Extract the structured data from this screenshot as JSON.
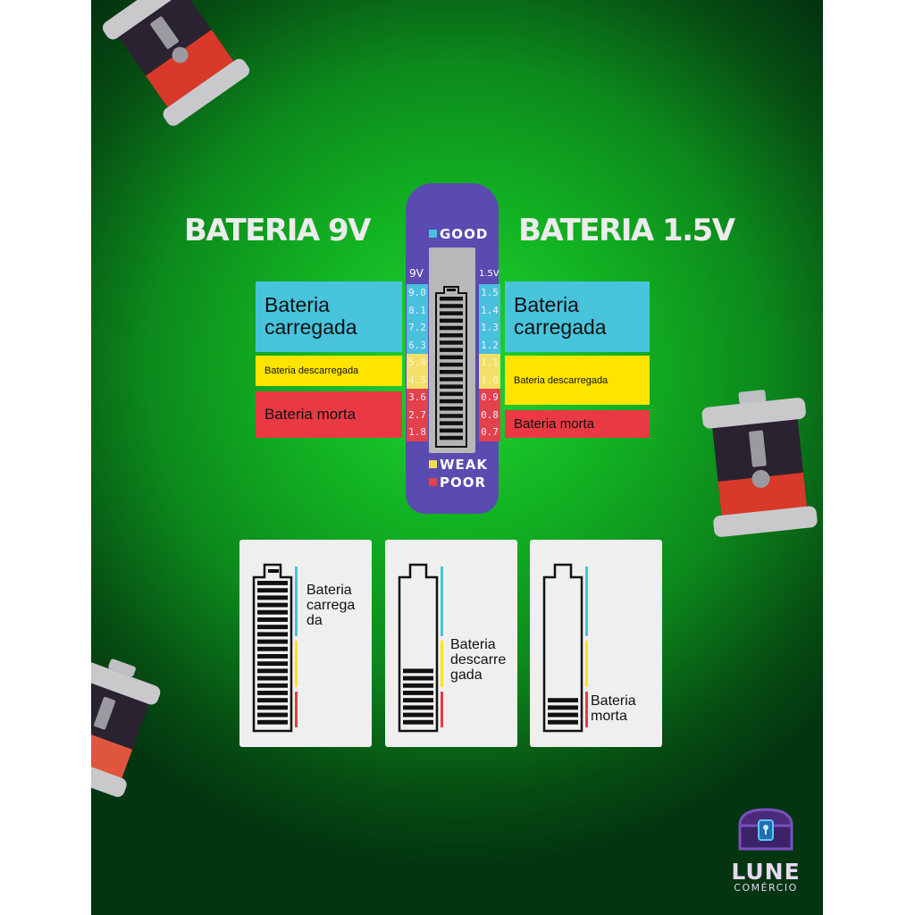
{
  "titles": {
    "left": "BATERIA 9V",
    "right": "BATERIA 1.5V"
  },
  "tester": {
    "good_label": "GOOD",
    "weak_label": "WEAK",
    "poor_label": "POOR",
    "col_9v_header": "9V",
    "col_15v_header": "1.5V",
    "scale_9v": [
      "9.0",
      "8.1",
      "7.2",
      "6.3",
      "5.4",
      "4.5",
      "3.6",
      "2.7",
      "1.8"
    ],
    "scale_15v": [
      "1.5",
      "1.4",
      "1.3",
      "1.2",
      "1.1",
      "1.0",
      "0.9",
      "0.8",
      "0.7"
    ],
    "bar_segments": 20
  },
  "labels_left": {
    "charged": "Bateria carregada",
    "discharged": "Bateria descarregada",
    "dead": "Bateria morta"
  },
  "labels_right": {
    "charged": "Bateria carregada",
    "discharged": "Bateria descarregada",
    "dead": "Bateria morta"
  },
  "cards": [
    {
      "text_lines": [
        "Bateria",
        "carrega",
        "da"
      ],
      "filled_segments": 20,
      "total_segments": 20
    },
    {
      "text_lines": [
        "Bateria",
        "descarre",
        "gada"
      ],
      "filled_segments": 8,
      "total_segments": 20
    },
    {
      "text_lines": [
        "Bateria",
        "morta"
      ],
      "filled_segments": 4,
      "total_segments": 20
    }
  ],
  "logo": {
    "name": "LUNE",
    "subtitle": "COMÉRCIO"
  },
  "colors": {
    "blue": "#47c4dc",
    "yellow": "#ffe400",
    "red": "#e93a43",
    "tester_purple": "#5a4bb0"
  }
}
